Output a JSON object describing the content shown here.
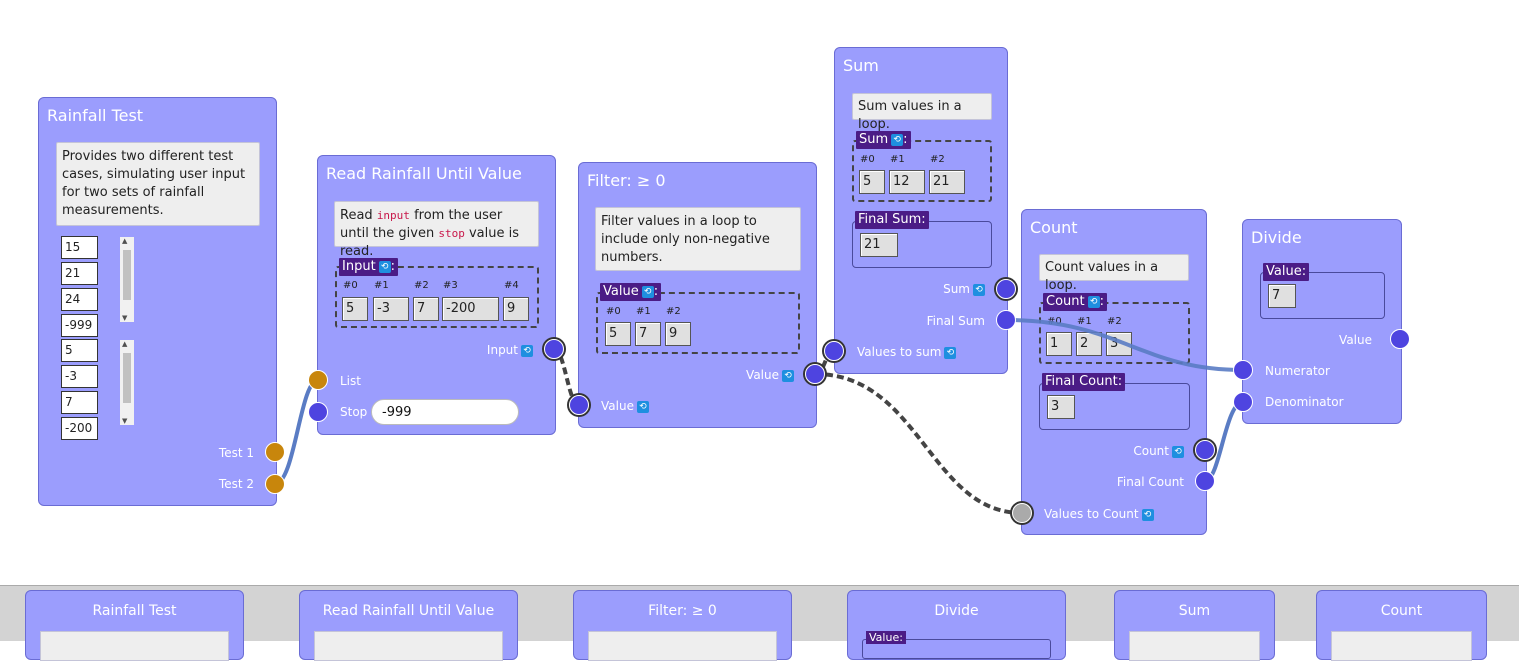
{
  "loop_glyph": "⟲",
  "nodes": {
    "rainfall_test": {
      "title": "Rainfall Test",
      "description": "Provides two different test cases, simulating user input for two sets of rainfall measurements.",
      "list1": [
        "15",
        "21",
        "24",
        "-999"
      ],
      "list2": [
        "5",
        "-3",
        "7",
        "-200"
      ],
      "ports": {
        "test1": "Test 1",
        "test2": "Test 2"
      }
    },
    "read_rainfall": {
      "title": "Read Rainfall Until Value",
      "desc_part1": "Read ",
      "desc_code1": "input",
      "desc_part2": " from the user until the given ",
      "desc_code2": "stop",
      "desc_part3": " value is read.",
      "var_label": "Input",
      "indices": [
        "#0",
        "#1",
        "#2",
        "#3",
        "#4"
      ],
      "values": [
        "5",
        "-3",
        "7",
        "-200",
        "9"
      ],
      "ports": {
        "input": "Input",
        "list": "List",
        "stop": "Stop"
      },
      "stop_value": "-999"
    },
    "filter": {
      "title": "Filter: ≥ 0",
      "description": "Filter values in a loop to include only non-negative numbers.",
      "var_label": "Value",
      "indices": [
        "#0",
        "#1",
        "#2"
      ],
      "values": [
        "5",
        "7",
        "9"
      ],
      "ports": {
        "value_out": "Value",
        "value_in": "Value"
      }
    },
    "sum": {
      "title": "Sum",
      "description": "Sum values in a loop.",
      "var_label": "Sum",
      "indices": [
        "#0",
        "#1",
        "#2"
      ],
      "values": [
        "5",
        "12",
        "21"
      ],
      "final_label": "Final Sum:",
      "final_value": "21",
      "ports": {
        "sum": "Sum",
        "final_sum": "Final Sum",
        "values_to_sum": "Values to sum"
      }
    },
    "count": {
      "title": "Count",
      "description": "Count values in a loop.",
      "var_label": "Count",
      "indices": [
        "#0",
        "#1",
        "#2"
      ],
      "values": [
        "1",
        "2",
        "3"
      ],
      "final_label": "Final Count:",
      "final_value": "3",
      "ports": {
        "count": "Count",
        "final_count": "Final Count",
        "values_to_count": "Values to Count"
      }
    },
    "divide": {
      "title": "Divide",
      "var_label": "Value:",
      "value": "7",
      "ports": {
        "value": "Value",
        "numerator": "Numerator",
        "denominator": "Denominator"
      }
    }
  },
  "tray": [
    {
      "title": "Rainfall Test"
    },
    {
      "title": "Read Rainfall Until Value"
    },
    {
      "title": "Filter: ≥ 0"
    },
    {
      "title": "Divide",
      "var_label": "Value:"
    },
    {
      "title": "Sum"
    },
    {
      "title": "Count"
    }
  ],
  "colors": {
    "node_bg": "#9b9dfd",
    "port_blue": "#4e44e0",
    "port_orange": "#c8860c",
    "var_label_bg": "#4b1c86",
    "wire_blue": "#5a7cc4",
    "wire_dashed": "#444444"
  }
}
